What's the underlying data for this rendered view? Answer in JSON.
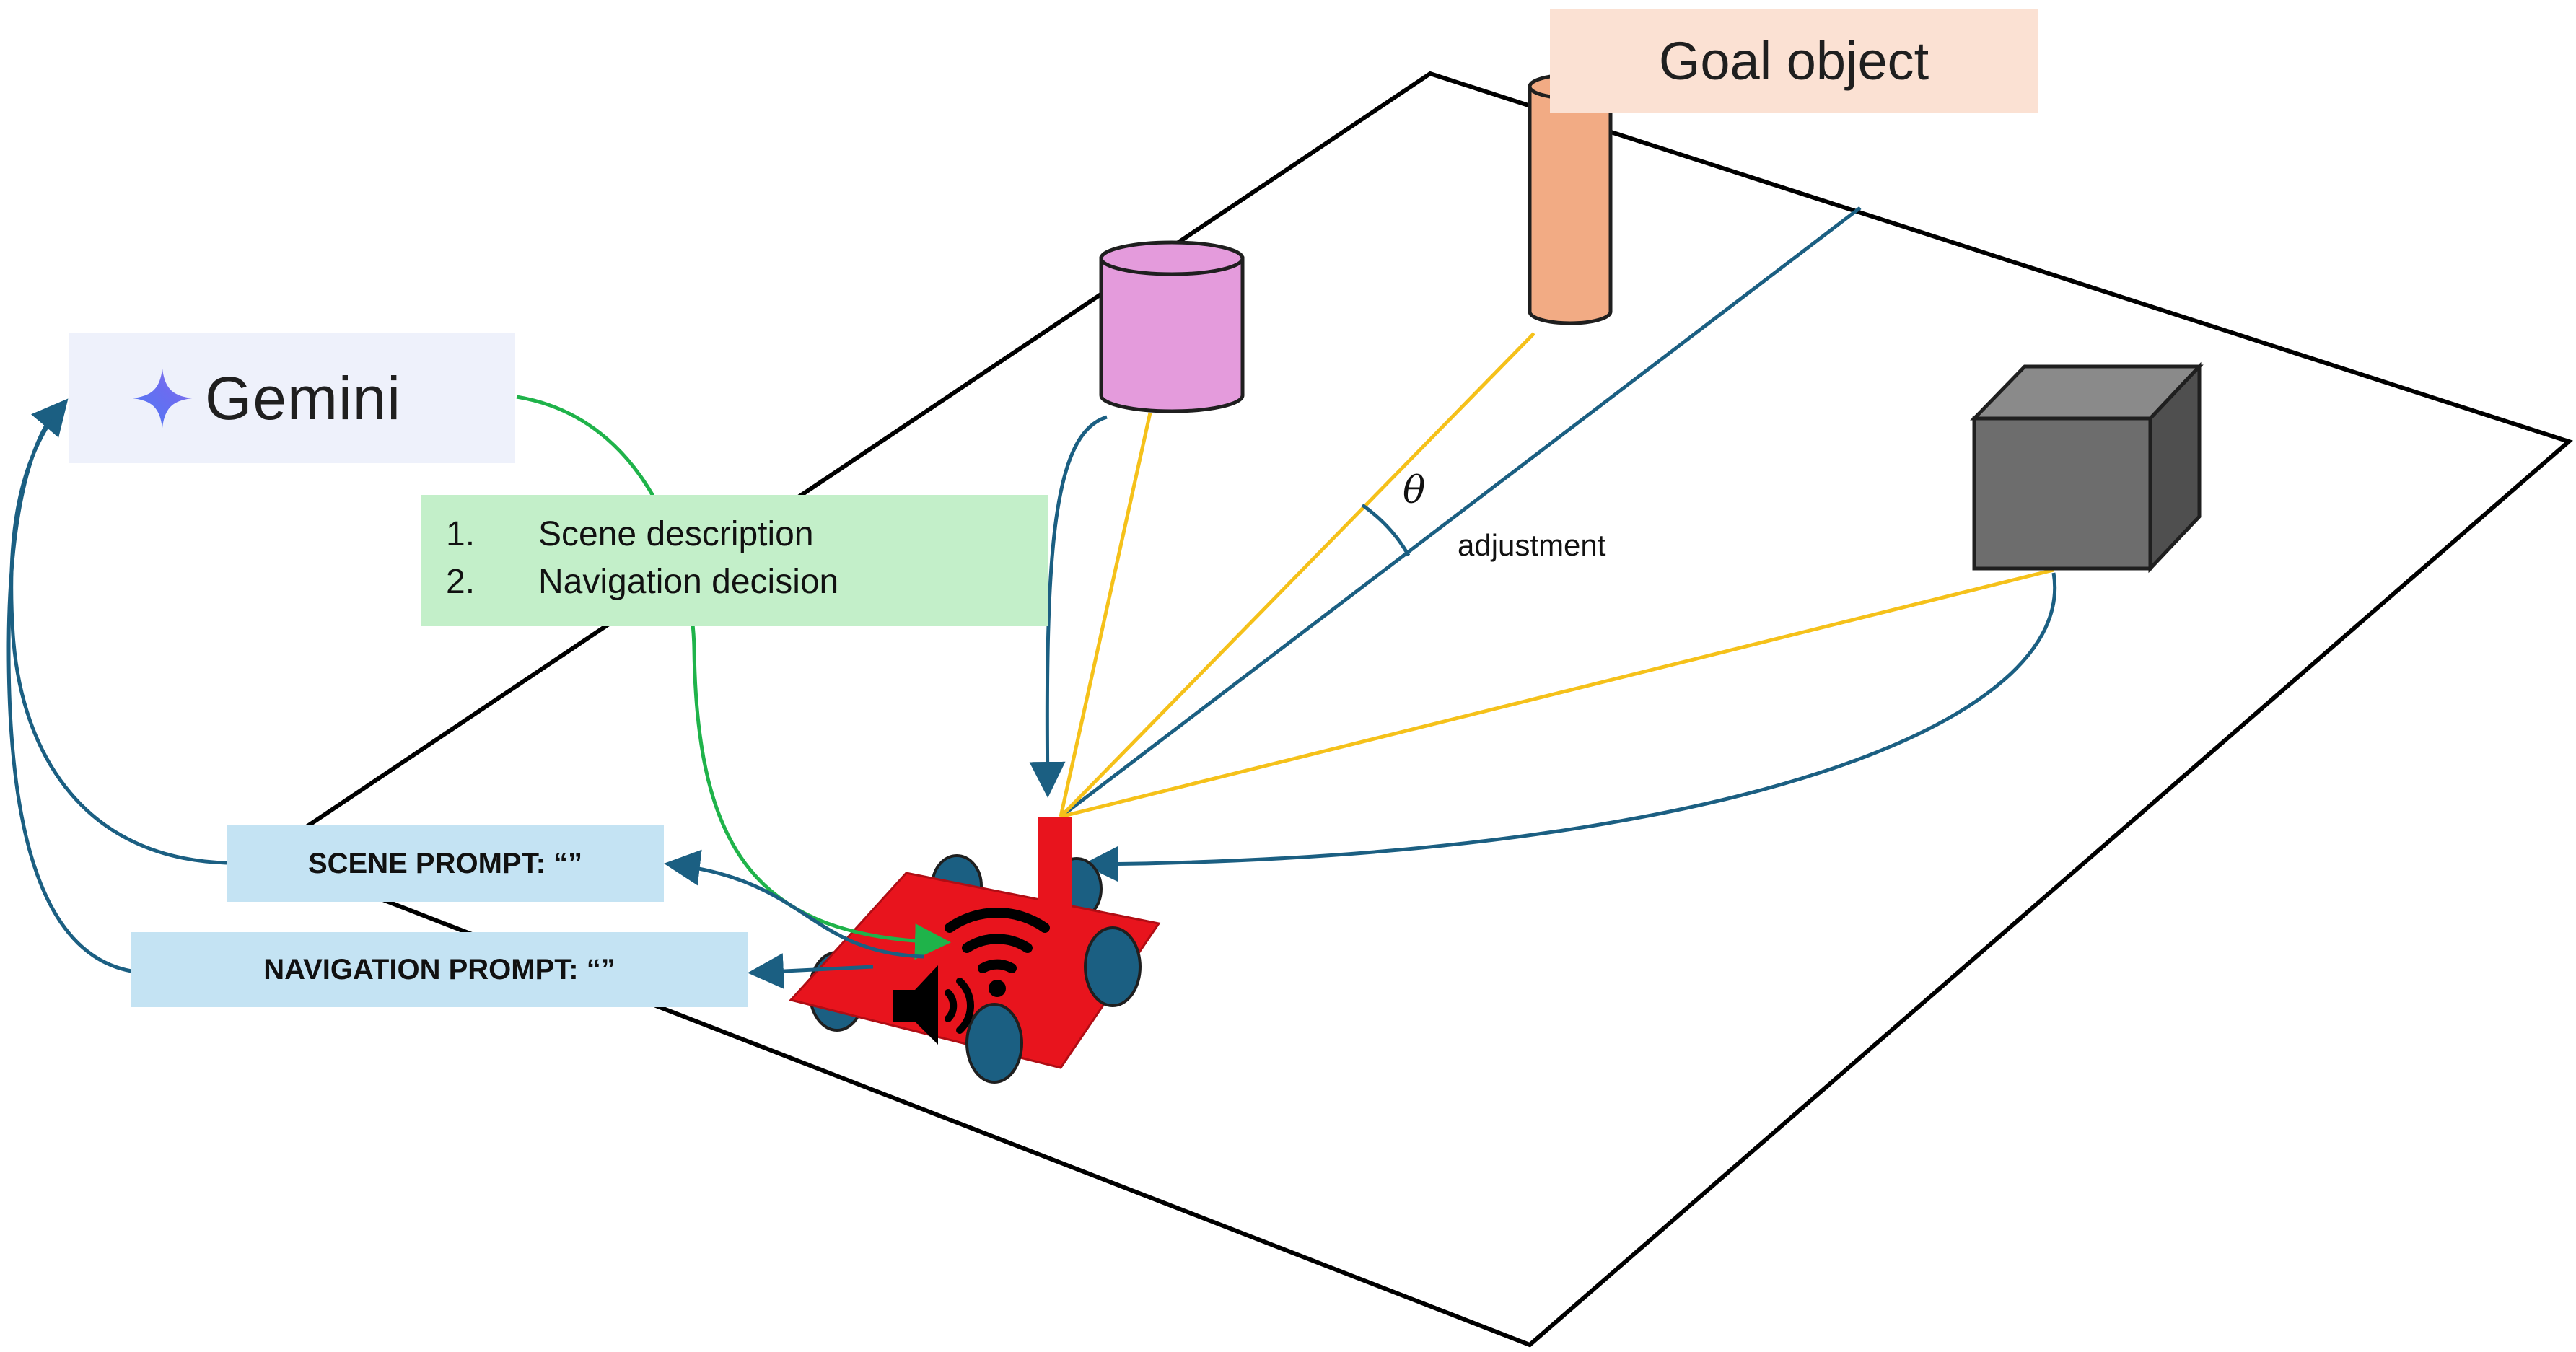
{
  "gemini": {
    "label": "Gemini",
    "icon": "sparkle-star-icon"
  },
  "goal": {
    "label": "Goal object"
  },
  "outputs": {
    "items": [
      {
        "num": "1.",
        "text": "Scene description"
      },
      {
        "num": "2.",
        "text": "Navigation decision"
      }
    ]
  },
  "prompts": {
    "scene": "SCENE PROMPT: “”",
    "navigation": "NAVIGATION PROMPT: “”"
  },
  "angle": {
    "symbol": "θ",
    "label": "adjustment"
  },
  "colors": {
    "robot": "#e8141d",
    "wheel": "#1b5f82",
    "ray": "#f5c11a",
    "heading": "#1b5f82",
    "flow_green": "#1fb34a",
    "flow_blue": "#1b5f82",
    "pink_cylinder": "#e49bdc",
    "goal_cylinder": "#f2ab84",
    "cube": "#6d6d6d"
  }
}
